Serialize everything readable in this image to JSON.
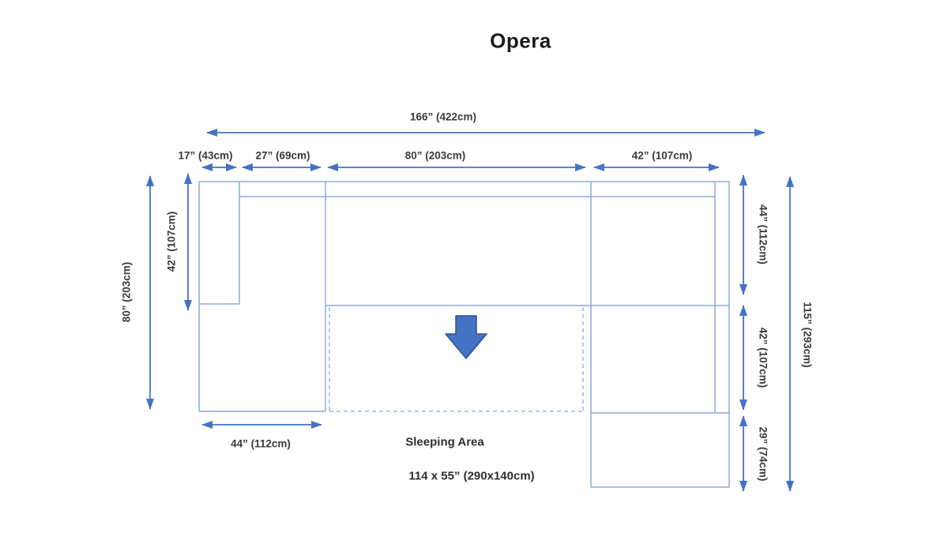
{
  "title": "Opera",
  "colors": {
    "arrow_accent": "#4472C4",
    "arrow_border": "#2F528F",
    "outline_stroke": "#8FAADC",
    "label_text": "#3B3B3B"
  },
  "dimensions": {
    "overall_width": "166” (422cm)",
    "arm_width": "17” (43cm)",
    "chaise_back_width": "27” (69cm)",
    "center_width": "80” (203cm)",
    "right_section_width": "42” (107cm)",
    "left_overall_depth": "80” (203cm)",
    "left_chaise_depth": "42” (107cm)",
    "right_top_depth": "44” (112cm)",
    "right_mid_depth": "42” (107cm)",
    "right_bottom_depth": "29” (74cm)",
    "overall_depth": "115” (293cm)",
    "chaise_bottom_width": "44” (112cm)"
  },
  "sleeping_area": {
    "label": "Sleeping Area",
    "size": "114 x 55” (290x140cm)"
  },
  "icons": {
    "fold_direction_arrow": "down-arrow"
  }
}
